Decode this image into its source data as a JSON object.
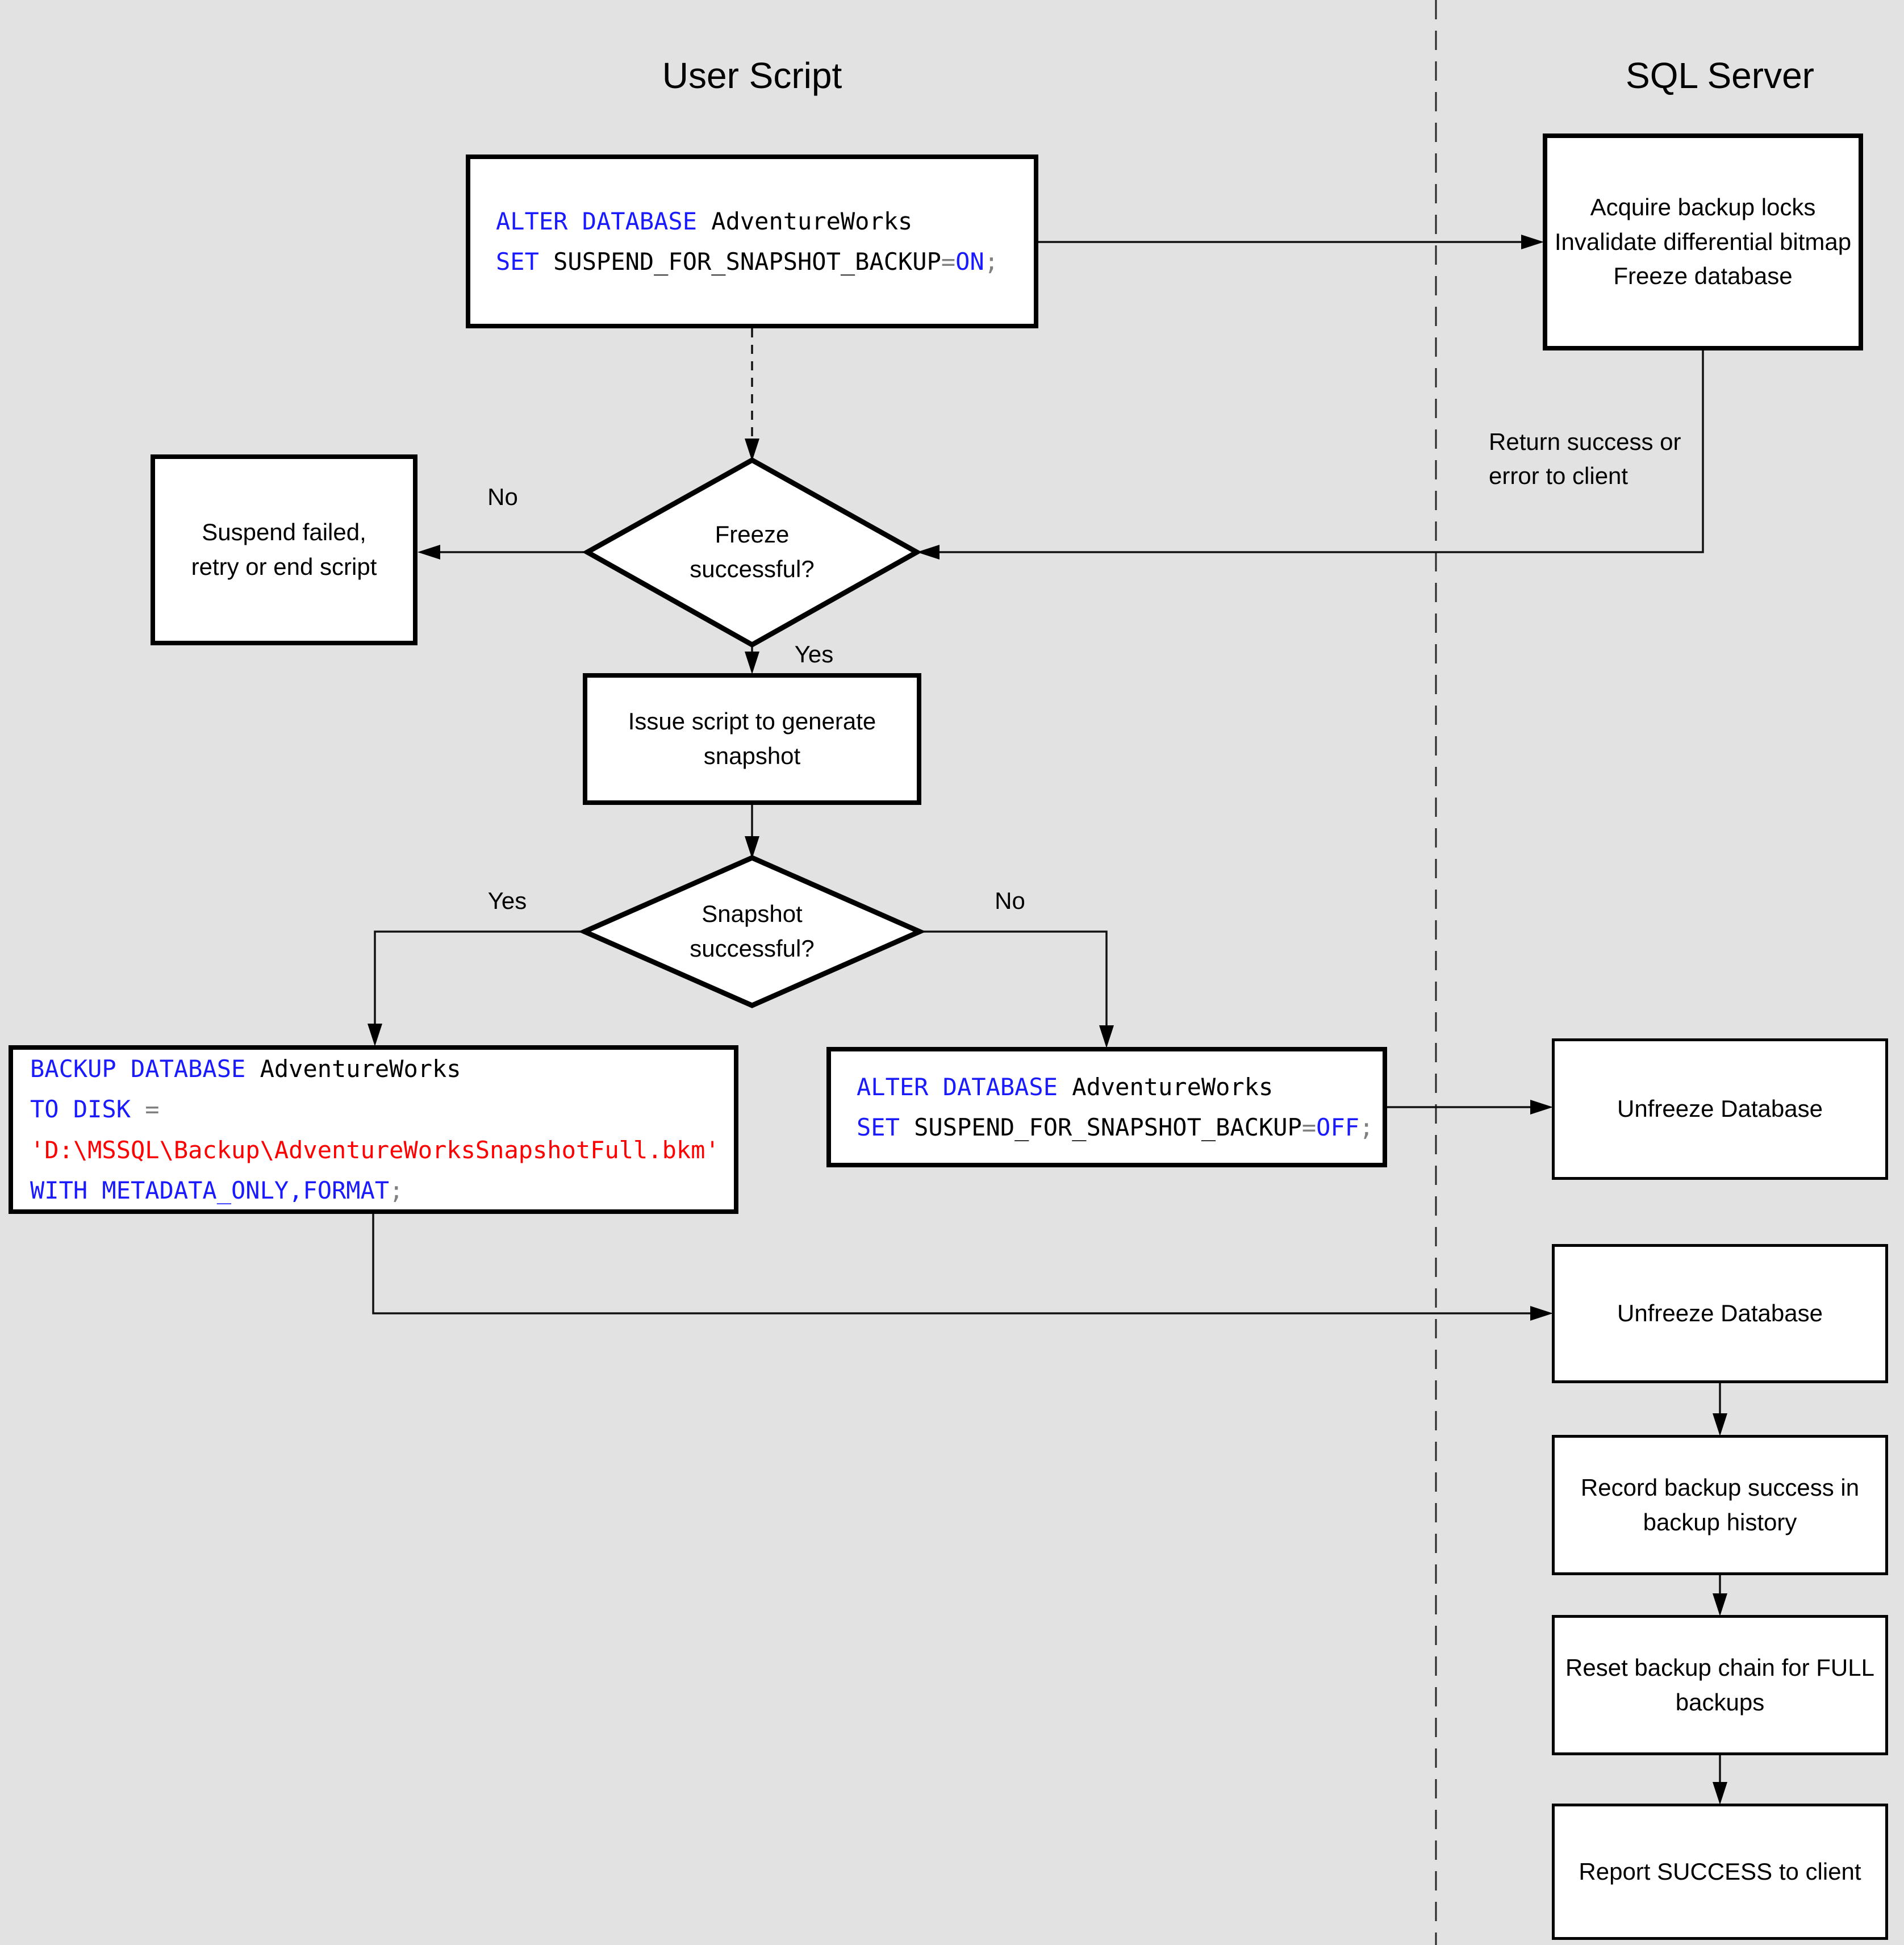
{
  "diagram": {
    "headers": {
      "left": "User Script",
      "right": "SQL Server"
    },
    "colors": {
      "background": "#e2e2e2",
      "box_fill": "#ffffff",
      "border": "#000000",
      "keyword": "#1a1aff",
      "identifier": "#000000",
      "operator": "#808080",
      "string": "#ff0000"
    },
    "nodes": {
      "alter_on": {
        "type": "code",
        "lines": [
          [
            {
              "t": "ALTER DATABASE",
              "c": "kw"
            },
            {
              "t": " AdventureWorks",
              "c": "id"
            }
          ],
          [
            {
              "t": "SET",
              "c": "kw"
            },
            {
              "t": " SUSPEND_FOR_SNAPSHOT_BACKUP",
              "c": "id"
            },
            {
              "t": "=",
              "c": "op"
            },
            {
              "t": "ON",
              "c": "kw"
            },
            {
              "t": ";",
              "c": "op"
            }
          ]
        ]
      },
      "acquire": {
        "type": "process",
        "text": "Acquire backup locks\nInvalidate differential bitmap\nFreeze database"
      },
      "suspend": {
        "type": "process",
        "text": "Suspend failed,\nretry or end script"
      },
      "freeze_decision": {
        "type": "decision",
        "text": "Freeze\nsuccessful?"
      },
      "issue": {
        "type": "process",
        "text": "Issue script to generate\nsnapshot"
      },
      "snapshot_decision": {
        "type": "decision",
        "text": "Snapshot\nsuccessful?"
      },
      "backup": {
        "type": "code",
        "lines": [
          [
            {
              "t": "BACKUP DATABASE",
              "c": "kw"
            },
            {
              "t": " AdventureWorks",
              "c": "id"
            }
          ],
          [
            {
              "t": "TO DISK",
              "c": "kw"
            },
            {
              "t": " =",
              "c": "op"
            }
          ],
          [
            {
              "t": "'D:\\MSSQL\\Backup\\AdventureWorksSnapshotFull.bkm'",
              "c": "str"
            }
          ],
          [
            {
              "t": "WITH METADATA_ONLY,FORMAT",
              "c": "kw"
            },
            {
              "t": ";",
              "c": "op"
            }
          ]
        ]
      },
      "alter_off": {
        "type": "code",
        "lines": [
          [
            {
              "t": "ALTER DATABASE",
              "c": "kw"
            },
            {
              "t": " AdventureWorks",
              "c": "id"
            }
          ],
          [
            {
              "t": "SET",
              "c": "kw"
            },
            {
              "t": " SUSPEND_FOR_SNAPSHOT_BACKUP",
              "c": "id"
            },
            {
              "t": "=",
              "c": "op"
            },
            {
              "t": "OFF",
              "c": "kw"
            },
            {
              "t": ";",
              "c": "op"
            }
          ]
        ]
      },
      "unfreeze1": {
        "type": "process",
        "text": "Unfreeze Database"
      },
      "unfreeze2": {
        "type": "process",
        "text": "Unfreeze Database"
      },
      "record": {
        "type": "process",
        "text": "Record backup success in\nbackup history"
      },
      "reset": {
        "type": "process",
        "text": "Reset backup chain for FULL\nbackups"
      },
      "report": {
        "type": "process",
        "text": "Report SUCCESS to client"
      }
    },
    "edge_labels": {
      "freeze_no": "No",
      "freeze_yes": "Yes",
      "snapshot_yes": "Yes",
      "snapshot_no": "No",
      "return_note": "Return success or\nerror to client"
    }
  }
}
